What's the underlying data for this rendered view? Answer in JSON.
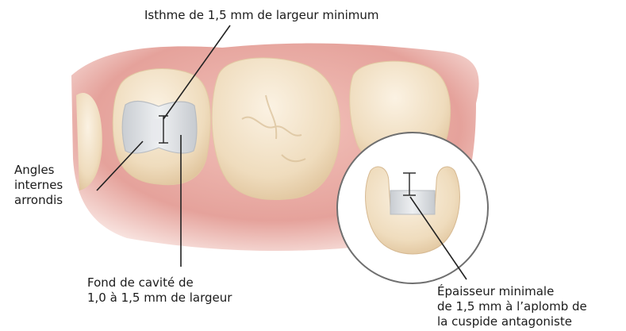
{
  "labels": {
    "isthmus": "Isthme de 1,5 mm de largeur minimum",
    "internal_angles": [
      "Angles",
      "internes",
      "arrondis"
    ],
    "cavity_floor": [
      "Fond de cavité de",
      "1,0 à 1,5 mm de largeur"
    ],
    "min_thickness": [
      "Épaisseur minimale",
      "de 1,5 mm à l’aplomb de",
      "la cuspide antagoniste"
    ]
  },
  "colors": {
    "gum": "#e7a9a3",
    "tooth": "#f3e3c8",
    "cavity": "#d9dcdf",
    "leader_line": "#222222"
  }
}
